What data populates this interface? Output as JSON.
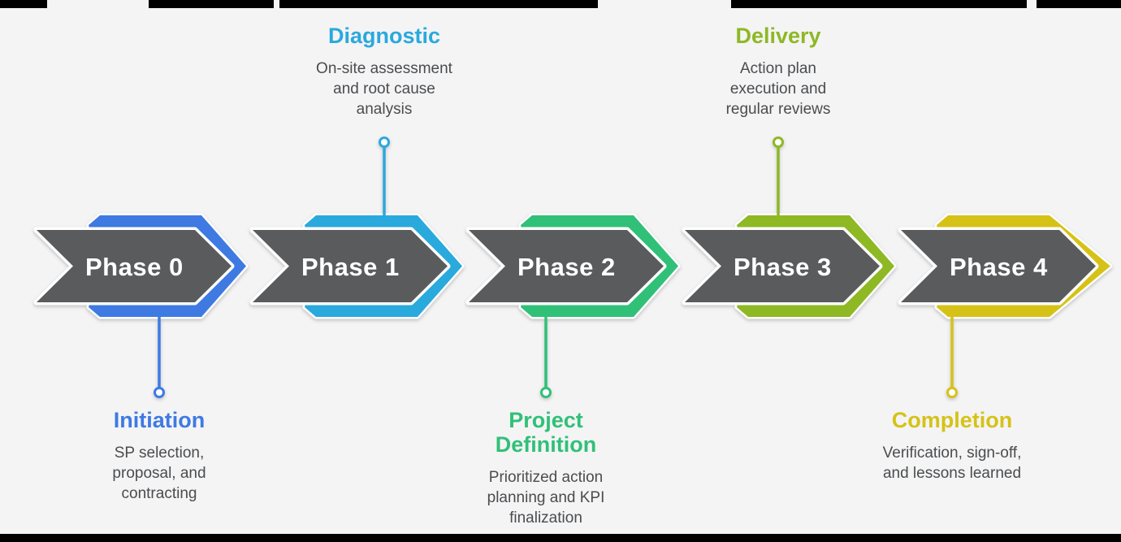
{
  "band": {
    "arrow_fill": "#595b5d",
    "label_color": "#ffffff",
    "outline_color": "#ffffff",
    "background": "#f4f4f5",
    "letterbox_color": "#000000",
    "body_text_color": "#4a4c4e"
  },
  "phases": [
    {
      "label": "Phase 0",
      "color": "#3e7ae2",
      "callout": {
        "title": "Initiation",
        "body": "SP selection,\nproposal, and\ncontracting",
        "position": "below"
      }
    },
    {
      "label": "Phase 1",
      "color": "#2aa9dd",
      "callout": {
        "title": "Diagnostic",
        "body": "On-site assessment\nand root cause\nanalysis",
        "position": "above"
      }
    },
    {
      "label": "Phase 2",
      "color": "#31c078",
      "callout": {
        "title": "Project\nDefinition",
        "body": "Prioritized action\nplanning and KPI\nfinalization",
        "position": "below"
      }
    },
    {
      "label": "Phase 3",
      "color": "#8eb824",
      "callout": {
        "title": "Delivery",
        "body": "Action plan\nexecution and\nregular reviews",
        "position": "above"
      }
    },
    {
      "label": "Phase 4",
      "color": "#d6c217",
      "callout": {
        "title": "Completion",
        "body": "Verification, sign-off,\nand lessons learned",
        "position": "below"
      }
    }
  ]
}
